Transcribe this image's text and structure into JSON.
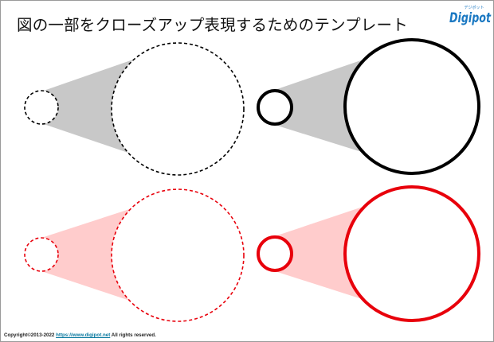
{
  "title": "図の一部をクローズアップ表現するためのテンプレート",
  "logo": {
    "text": "Digipot",
    "subtext": "デジポット",
    "color": "#1a78c2"
  },
  "footer": {
    "copyright": "Copyright©2013-2022",
    "url": "https://www.digipot.net",
    "rights": "All rights reserved."
  },
  "colors": {
    "black_stroke": "#000000",
    "gray_fill": "#c8c8c8",
    "red_stroke": "#e8000b",
    "pink_fill": "#ffcccc"
  }
}
